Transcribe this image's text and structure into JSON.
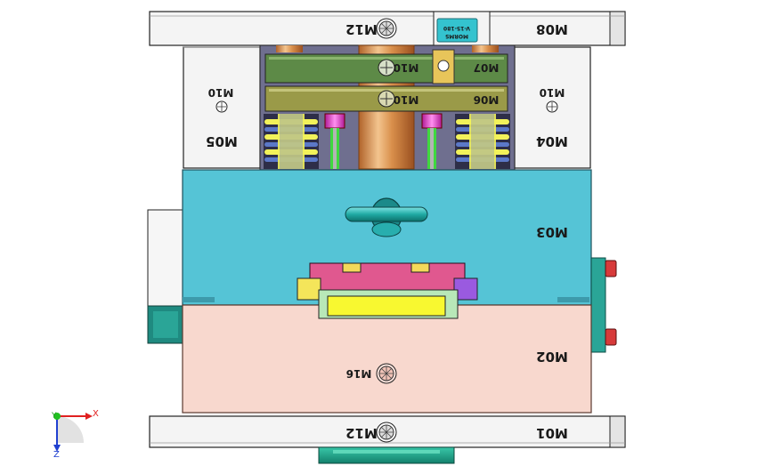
{
  "labels": {
    "top_clamp": "M12",
    "top_clamp_side": "M08",
    "stripper": "M07",
    "ejector_retainer": "M10",
    "ejector_plate": "M06",
    "ejector_plate_screw": "M10",
    "left_rail": "M05",
    "left_rail_screw": "M10",
    "right_rail": "M04",
    "right_rail_screw": "M10",
    "b_plate": "M03",
    "a_plate": "M02",
    "a_plate_screw": "M16",
    "bottom_clamp": "M01",
    "bottom_clamp_screw": "M12",
    "tag_line1": "V-15-180",
    "tag_line2": "MORMS"
  },
  "triad": {
    "x_label": "X",
    "y_label": "Y",
    "z_label": "Z"
  },
  "colors": {
    "plate_gray": "#f2f2f2",
    "b_plate": "#55c4d6",
    "a_plate": "#f8d8ce",
    "ejector_top": "#5d8a47",
    "ejector_bottom": "#9a9a48",
    "spring_yellow": "#f2f25a",
    "spring_blue": "#5b78c8",
    "core_copper": "#d99a5a",
    "pin_magenta": "#e63ec9",
    "pin_green": "#58d058",
    "insert_pink": "#e0588f",
    "insert_mint": "#b8e8b8",
    "insert_yellow": "#f8f830",
    "teal": "#2a9a90"
  }
}
